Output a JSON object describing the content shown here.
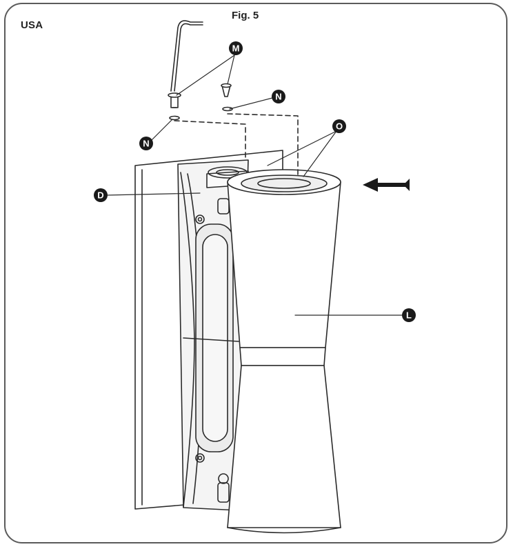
{
  "header": {
    "region": "USA",
    "figure": "Fig. 5"
  },
  "callouts": {
    "M": "M",
    "N_upper": "N",
    "N_lower": "N",
    "O": "O",
    "D": "D",
    "L": "L"
  },
  "colors": {
    "badge": "#1a1a1a",
    "line": "#2a2a2a",
    "frame": "#5a5a5a",
    "fixture_shade": "#ededed"
  },
  "icons": {
    "arrow": "left-arrow-icon",
    "allen_key": "hex-key-icon"
  }
}
